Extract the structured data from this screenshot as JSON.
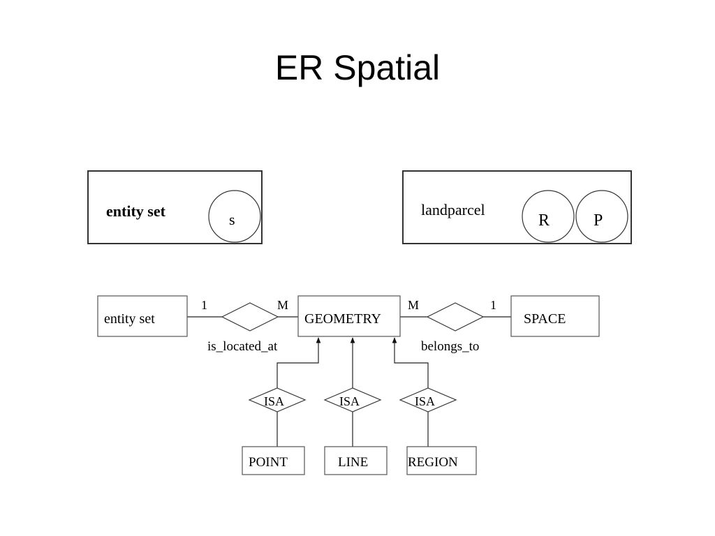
{
  "slide": {
    "title": "ER Spatial"
  },
  "legend": {
    "left_box": {
      "label": "entity set",
      "symbols": [
        "s"
      ]
    },
    "right_box": {
      "label": "landparcel",
      "symbols": [
        "R",
        "P"
      ]
    }
  },
  "diagram": {
    "entities": {
      "entity_set": "entity set",
      "geometry": "GEOMETRY",
      "space": "SPACE",
      "point": "POINT",
      "line": "LINE",
      "region": "REGION"
    },
    "relationships": {
      "is_located_at": "is_located_at",
      "belongs_to": "belongs_to"
    },
    "isa": [
      "ISA",
      "ISA",
      "ISA"
    ],
    "cardinalities": {
      "is_located_at_left": "1",
      "is_located_at_right": "M",
      "belongs_to_left": "M",
      "belongs_to_right": "1"
    }
  }
}
